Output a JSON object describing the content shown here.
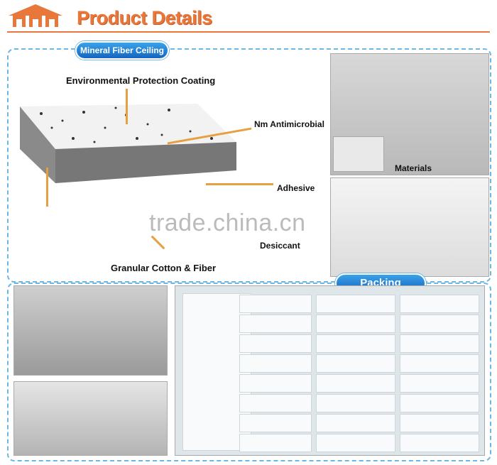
{
  "header": {
    "title": "Product Details",
    "colors": {
      "accent": "#e7773a",
      "dash": "#6fb7e3",
      "pill": "#1e6ed6"
    }
  },
  "top_panel": {
    "badge": "Mineral Fiber Ceiling",
    "labels": {
      "coating": "Environmental Protection Coating",
      "antimicrobial": "Nm Antimicrobial",
      "adhesive": "Adhesive",
      "desiccant": "Desiccant",
      "granular": "Granular Cotton & Fiber"
    },
    "side": {
      "materials": "Materials"
    }
  },
  "packing": {
    "badge": "Packing"
  },
  "watermark": "trade.china.cn"
}
